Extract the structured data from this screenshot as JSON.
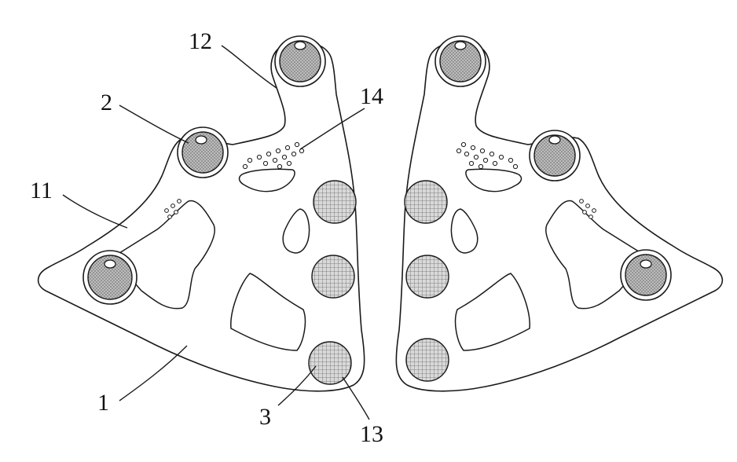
{
  "figure": {
    "labels": {
      "body": "1",
      "pad": "2",
      "mesh_pad": "3",
      "wing": "11",
      "upper_arm": "12",
      "bottom_edge": "13",
      "perforations": "14"
    }
  }
}
